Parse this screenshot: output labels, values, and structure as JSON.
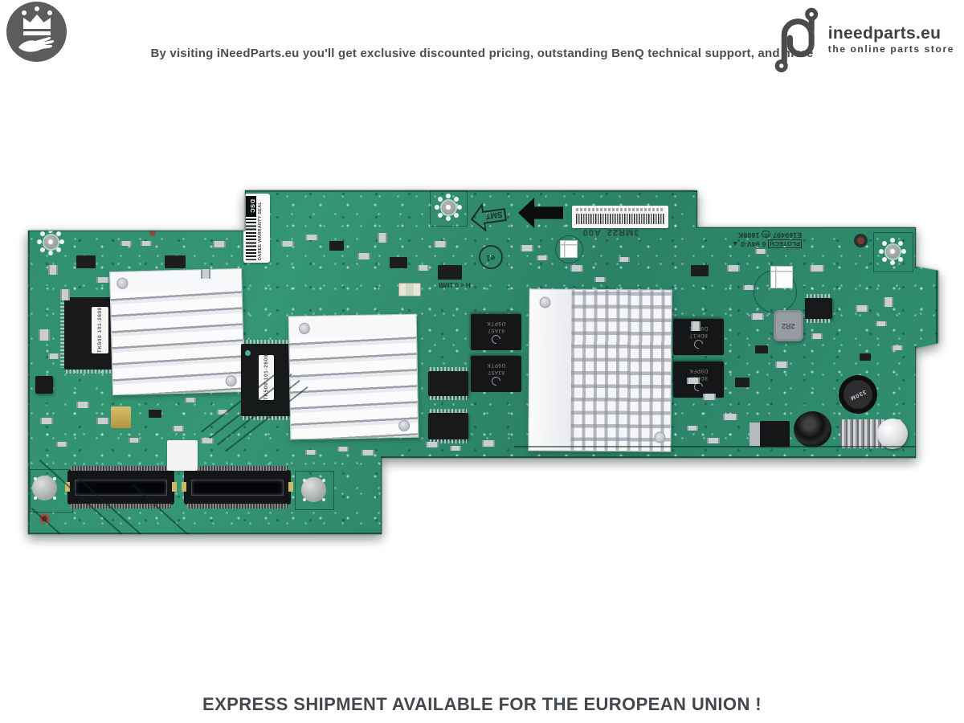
{
  "header": {
    "tagline": "By visiting iNeedParts.eu you'll get exclusive discounted pricing, outstanding BenQ technical support, and more",
    "brand": {
      "name": "ineedparts.eu",
      "subtitle": "the online parts store"
    }
  },
  "footer": {
    "message": "EXPRESS SHIPMENT AVAILABLE FOR THE EUROPEAN UNION !"
  },
  "board": {
    "silkscreen": {
      "warranty_label_title": "DSC",
      "warranty_label_text": "DAREE WARRANTY SEAL",
      "smt_marking": "SMT",
      "model_marking": "3MR22_A00",
      "cert_number": "E169497",
      "cert_mark": "UL",
      "date_code": "1808K",
      "fab_name": "PLOTECH",
      "fab_rating": "6 94V-0 ▲",
      "e_mark": "e1",
      "tolerance_marking": "H < 0.1MM"
    },
    "components": {
      "processor_label": "TK500 101-2608",
      "ram_marking_left_line1": "8JA57",
      "ram_marking_left_line2": "D9PTK",
      "ram_marking_right_line1": "8DK17",
      "ram_marking_right_line2": "D9PFK",
      "inductor_marking": "2R2",
      "capacitor_marking": "330M"
    },
    "colors": {
      "solder_mask": "#2F8E6F",
      "heatsink": "#F3F4F6",
      "chip_body": "#17191B",
      "text_gray": "#4E4E50",
      "footer_text": "#43484E"
    }
  }
}
